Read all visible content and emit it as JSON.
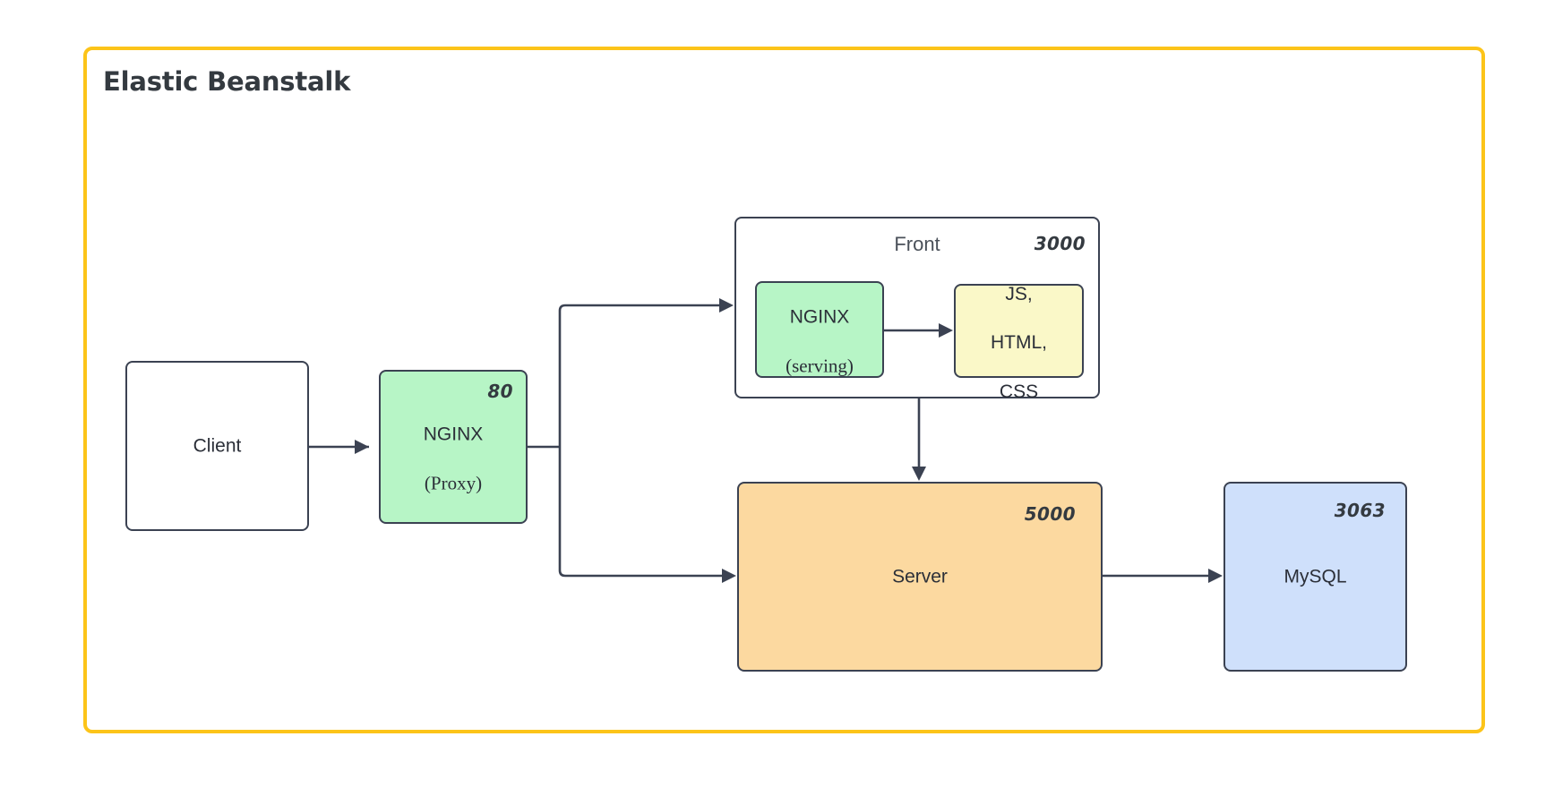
{
  "diagram": {
    "container": {
      "title": "Elastic Beanstalk",
      "border_color": "#fcc419"
    },
    "nodes": {
      "client": {
        "label": "Client",
        "fill": "#ffffff",
        "port": ""
      },
      "nginx_proxy": {
        "label": "NGINX",
        "sublabel": "(Proxy)",
        "fill": "#b7f5c6",
        "port": "80"
      },
      "front": {
        "label": "Front",
        "fill": "#ffffff",
        "port": "3000"
      },
      "nginx_serving": {
        "label": "NGINX",
        "sublabel": "(serving)",
        "fill": "#b7f5c6",
        "port": ""
      },
      "assets": {
        "line1": "JS,",
        "line2": "HTML,",
        "line3": "CSS",
        "fill": "#faf8c8",
        "port": ""
      },
      "server": {
        "label": "Server",
        "fill": "#fcd9a0",
        "port": "5000"
      },
      "mysql": {
        "label": "MySQL",
        "fill": "#cfe0fb",
        "port": "3063"
      }
    },
    "edges": [
      {
        "from": "client",
        "to": "nginx_proxy"
      },
      {
        "from": "nginx_proxy",
        "to": "front"
      },
      {
        "from": "nginx_proxy",
        "to": "server"
      },
      {
        "from": "nginx_serving",
        "to": "assets"
      },
      {
        "from": "front",
        "to": "server"
      },
      {
        "from": "server",
        "to": "mysql"
      }
    ],
    "stroke_color": "#3b4252",
    "text_color": "#2b2f38"
  }
}
